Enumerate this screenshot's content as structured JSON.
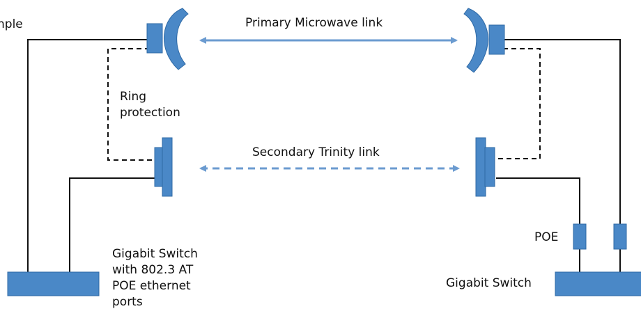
{
  "labels": {
    "top_left_fragment": "nple",
    "primary_link": "Primary Microwave link",
    "ring_protection": "Ring\nprotection",
    "secondary_link": "Secondary Trinity link",
    "left_switch": "Gigabit Switch\nwith 802.3 AT\nPOE ethernet\nports",
    "poe": "POE",
    "right_switch": "Gigabit Switch"
  },
  "colors": {
    "device_blue": "#4a88c7",
    "device_blue_light": "#6aa6df",
    "device_outline": "#2f6aa6",
    "link_arrow": "#6b9bd0",
    "wire": "#111111"
  },
  "icons": [
    "dish-antenna-icon",
    "flat-panel-antenna-icon",
    "switch-icon",
    "poe-injector-icon"
  ]
}
